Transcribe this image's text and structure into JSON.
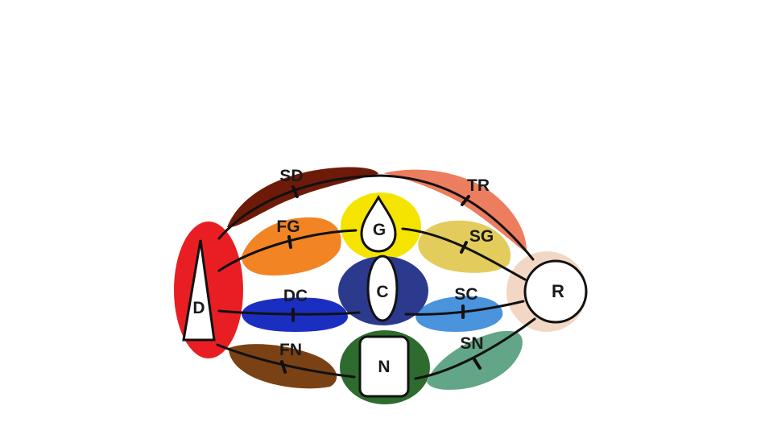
{
  "nodes": {
    "D": {
      "label": "D",
      "color": "#e81e22"
    },
    "G": {
      "label": "G",
      "color": "#f5e400"
    },
    "C": {
      "label": "C",
      "color": "#2b3a8c"
    },
    "N": {
      "label": "N",
      "color": "#2e6b2e"
    },
    "R": {
      "label": "R",
      "color": "#f2d7c4"
    }
  },
  "edges": {
    "SD": {
      "label": "SD",
      "color": "#6e1a08"
    },
    "TR": {
      "label": "TR",
      "color": "#ec7d5e"
    },
    "FG": {
      "label": "FG",
      "color": "#f28424"
    },
    "SG": {
      "label": "SG",
      "color": "#e3cc5c"
    },
    "DC": {
      "label": "DC",
      "color": "#1a2fc2"
    },
    "SC": {
      "label": "SC",
      "color": "#4a93dd"
    },
    "FN": {
      "label": "FN",
      "color": "#7a4214"
    },
    "SN": {
      "label": "SN",
      "color": "#62a687"
    }
  }
}
